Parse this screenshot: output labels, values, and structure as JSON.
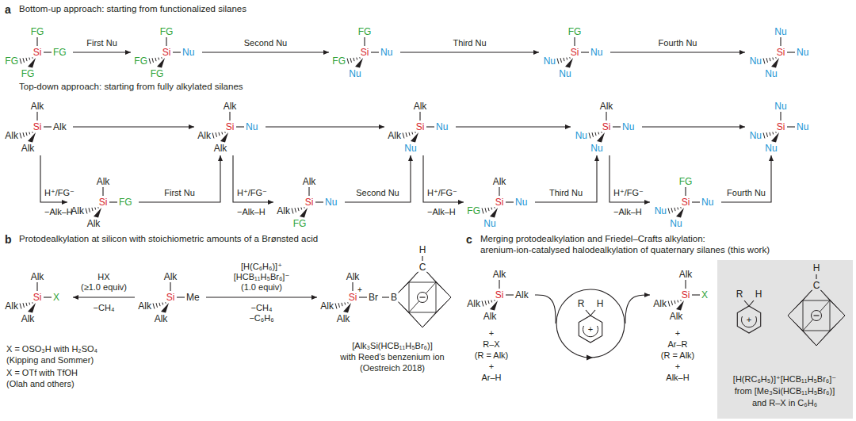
{
  "diagram": {
    "nodes": [
      {
        "text": [
          "FG",
          "Si",
          "FG",
          "FG",
          "FG"
        ]
      },
      {
        "text": [
          "FG",
          "Si",
          "Nu",
          "FG",
          "FG"
        ]
      },
      {
        "text": [
          "FG",
          "Si",
          "Nu",
          "FG",
          "Nu"
        ]
      },
      {
        "text": [
          "FG",
          "Si",
          "Nu",
          "Nu",
          "Nu"
        ]
      },
      {
        "text": [
          "Nu",
          "Si",
          "Nu",
          "Nu",
          "Nu"
        ]
      },
      {
        "text": [
          "Alk",
          "Si",
          "Alk",
          "Alk",
          "Alk"
        ]
      },
      {
        "text": [
          "Alk",
          "Si",
          "Nu",
          "Alk",
          "Alk"
        ]
      },
      {
        "text": [
          "Alk",
          "Si",
          "Nu",
          "Alk",
          "Nu"
        ]
      },
      {
        "text": [
          "Alk",
          "Si",
          "Nu",
          "Nu",
          "Nu"
        ]
      },
      {
        "text": [
          "Nu",
          "Si",
          "Nu",
          "Nu",
          "Nu"
        ]
      },
      {
        "text": [
          "Alk",
          "Si",
          "FG",
          "Alk",
          "Alk"
        ]
      },
      {
        "text": [
          "Alk",
          "Si",
          "Nu",
          "Alk",
          "FG"
        ]
      },
      {
        "text": [
          "Alk",
          "Si",
          "Nu",
          "FG",
          "Nu"
        ]
      },
      {
        "text": [
          "FG",
          "Si",
          "Nu",
          "Nu",
          "Nu"
        ]
      },
      {
        "text": [
          "Alk",
          "Si",
          "X",
          "Alk",
          "Alk"
        ]
      },
      {
        "text": [
          "Alk",
          "Si",
          "Me",
          "Alk",
          "Alk"
        ]
      },
      {
        "text": [
          "Alk",
          "Si",
          "+",
          "Br",
          "B",
          "H",
          "C",
          "Alk",
          "Alk"
        ]
      },
      {
        "text": [
          "Alk",
          "Si",
          "Alk",
          "Alk",
          "Alk"
        ]
      },
      {
        "text": [
          "R",
          "H",
          "+"
        ]
      },
      {
        "text": [
          "Alk",
          "Si",
          "X",
          "Alk",
          "Alk"
        ]
      },
      {
        "text": [
          "R",
          "H",
          "+",
          "H",
          "C",
          "[H(RC₆H₅)]⁺[HCB₁₁H₅Br₆]⁻",
          "from [Me₃Si(HCB₁₁H₅Br₆)]",
          "and R–X in C₆H₆"
        ]
      }
    ],
    "edges": [
      {
        "from": 0,
        "to": 1,
        "label": "First Nu",
        "arrow": "to"
      },
      {
        "from": 1,
        "to": 2,
        "label": "Second Nu",
        "arrow": "to"
      },
      {
        "from": 2,
        "to": 3,
        "label": "Third Nu",
        "arrow": "to"
      },
      {
        "from": 3,
        "to": 4,
        "label": "Fourth Nu",
        "arrow": "to"
      },
      {
        "from": 5,
        "to": 6,
        "arrow": "to"
      },
      {
        "from": 6,
        "to": 7,
        "arrow": "to"
      },
      {
        "from": 7,
        "to": 8,
        "arrow": "to"
      },
      {
        "from": 8,
        "to": 9,
        "arrow": "to"
      },
      {
        "from": 5,
        "to": 10,
        "label": "H⁺/FG⁻",
        "arrow": "to"
      },
      {
        "from": 10,
        "to": 6,
        "label": "First Nu",
        "arrow": "to"
      },
      {
        "from": 6,
        "to": 11,
        "label": "H⁺/FG⁻",
        "arrow": "to"
      },
      {
        "from": 11,
        "to": 7,
        "label": "Second Nu",
        "arrow": "to"
      },
      {
        "from": 7,
        "to": 12,
        "label": "H⁺/FG⁻",
        "arrow": "to"
      },
      {
        "from": 12,
        "to": 8,
        "label": "Third Nu",
        "arrow": "to"
      },
      {
        "from": 8,
        "to": 13,
        "label": "H⁺/FG⁻",
        "arrow": "to"
      },
      {
        "from": 13,
        "to": 9,
        "label": "Fourth Nu",
        "arrow": "to"
      },
      {
        "from": 15,
        "to": 14,
        "label": "HX",
        "arrow": "to"
      },
      {
        "from": 15,
        "to": 16,
        "label": "[H(C₆H₆)]⁺",
        "arrow": "to"
      },
      {
        "from": 17,
        "to": 18,
        "arrow": "none"
      },
      {
        "from": 18,
        "to": 19,
        "arrow": "to"
      }
    ],
    "labels": [
      "a",
      "Bottom-up approach: starting from functionalized silanes",
      "Top-down approach: starting from fully alkylated silanes",
      "−Alk–H",
      "−Alk–H",
      "−Alk–H",
      "−Alk–H",
      "b",
      "Protodealkylation at silicon with stoichiometric amounts of a Brønsted acid",
      "(≥1.0 equiv)",
      "−CH₄",
      "[HCB₁₁H₅Br₆]⁻",
      "(1.0 equiv)",
      "−CH₄",
      "−C₆H₆",
      "[Alk₃Si(HCB₁₁H₅Br₆)]",
      "with Reed’s benzenium ion",
      "(Oestreich 2018)",
      "X = OSO₃H with H₂SO₄",
      "(Kipping and Sommer)",
      "X = OTf with TfOH",
      "(Olah and others)",
      "c",
      "Merging protodealkylation and Friedel–Crafts alkylation:",
      "arenium-ion-catalysed halodealkylation of quaternary silanes (this work)",
      "+",
      "R–X",
      "(R = Alk)",
      "+",
      "Ar–H",
      "+",
      "Ar–R",
      "(R = Alk)",
      "+",
      "Alk–H"
    ]
  }
}
